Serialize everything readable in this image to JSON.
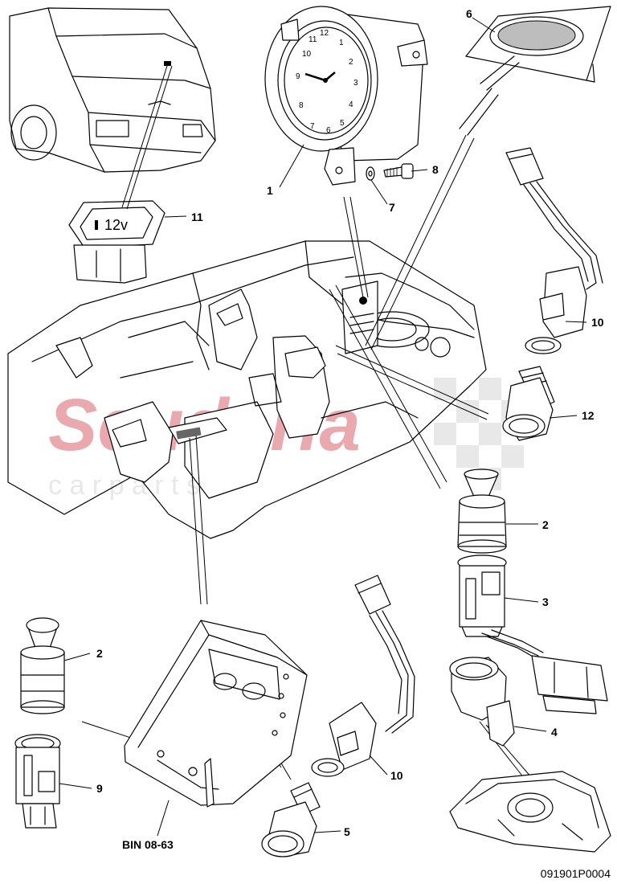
{
  "diagram": {
    "drawing_number": "091901P0004",
    "bin_reference": "BIN 08-63",
    "watermark": {
      "brand": "Scuderia",
      "sub": "c a r   p a r t s"
    },
    "clock_numerals": [
      "12",
      "1",
      "2",
      "3",
      "4",
      "5",
      "6",
      "7",
      "8",
      "9",
      "10",
      "11"
    ],
    "socket_label": "12v",
    "callouts": {
      "c1": "1",
      "c2a": "2",
      "c2b": "2",
      "c3": "3",
      "c4": "4",
      "c5": "5",
      "c6": "6",
      "c7": "7",
      "c8": "8",
      "c9": "9",
      "c10a": "10",
      "c10b": "10",
      "c11": "11",
      "c12": "12"
    }
  },
  "colors": {
    "line": "#000000",
    "watermark_red": "#e8a0a6",
    "watermark_grey": "#e6e6e6",
    "background": "#ffffff"
  }
}
